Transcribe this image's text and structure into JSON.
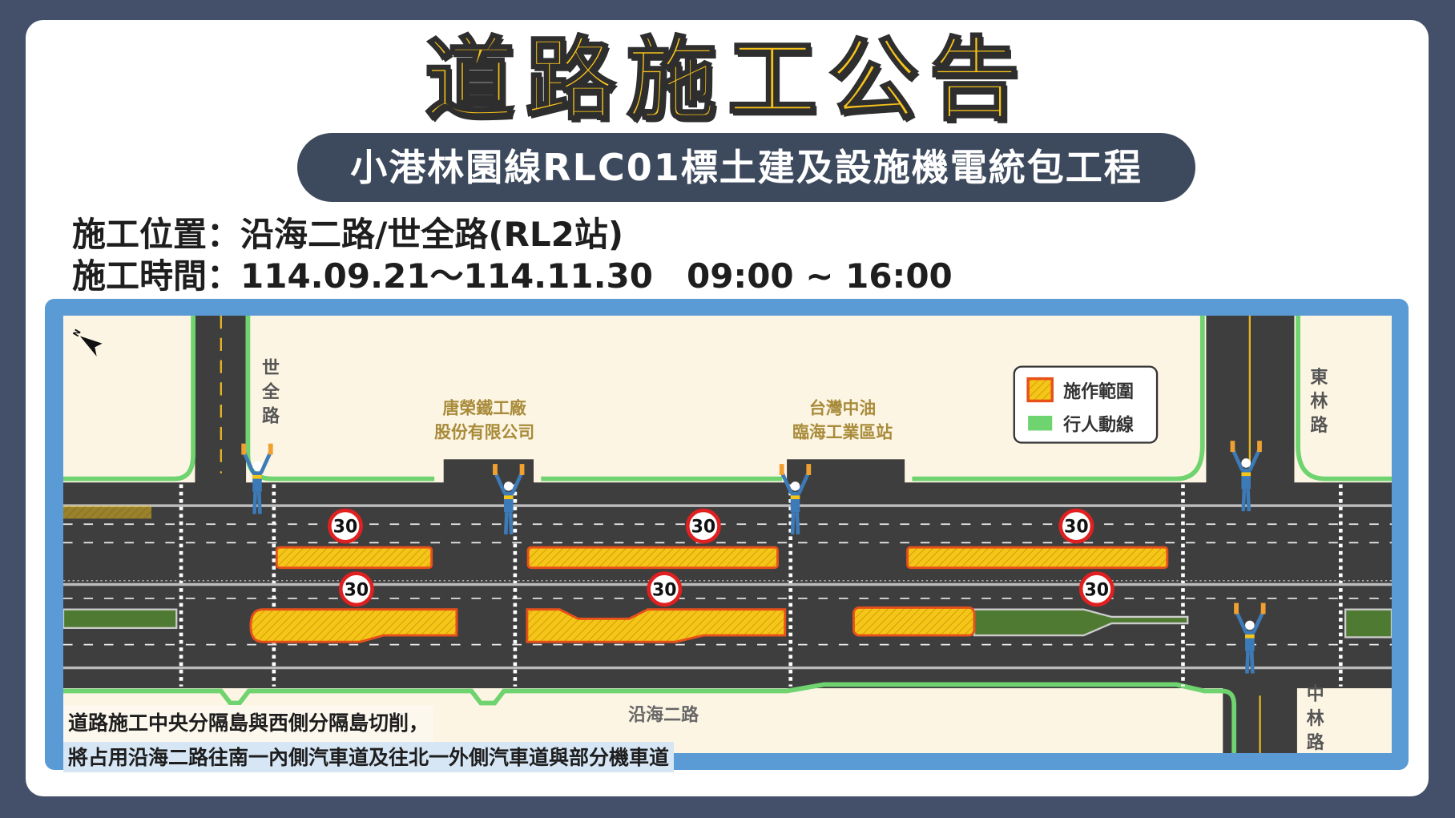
{
  "header": {
    "title": "道路施工公告",
    "project": "小港林園線RLC01標土建及設施機電統包工程"
  },
  "info": {
    "location_label": "施工位置：",
    "location": "沿海二路/世全路(RL2站)",
    "time_label": "施工時間：",
    "time": "114.09.21～114.11.30　09:00 ~ 16:00"
  },
  "map": {
    "roads": {
      "shiquan": "世全路",
      "donglin": "東林路",
      "zhonglin": "中林路",
      "yanhai": "沿海二路"
    },
    "landmarks": {
      "tangrong_1": "唐榮鐵工廠",
      "tangrong_2": "股份有限公司",
      "cpc_1": "台灣中油",
      "cpc_2": "臨海工業區站"
    },
    "legend": {
      "work_zone": "施作範圍",
      "pedestrian": "行人動線"
    },
    "speed_limit": "30",
    "compass": "N",
    "colors": {
      "work_zone": "#f5c518",
      "work_border": "#e8501a",
      "pedestrian": "#6fd36f",
      "road": "#3e3e3e",
      "ground": "#fdf5e4",
      "frame": "#5b9bd5"
    }
  },
  "notes": {
    "line1": "道路施工中央分隔島與西側分隔島切削，",
    "line2": "將占用沿海二路往南一內側汽車道及往北一外側汽車道與部分機車道"
  }
}
